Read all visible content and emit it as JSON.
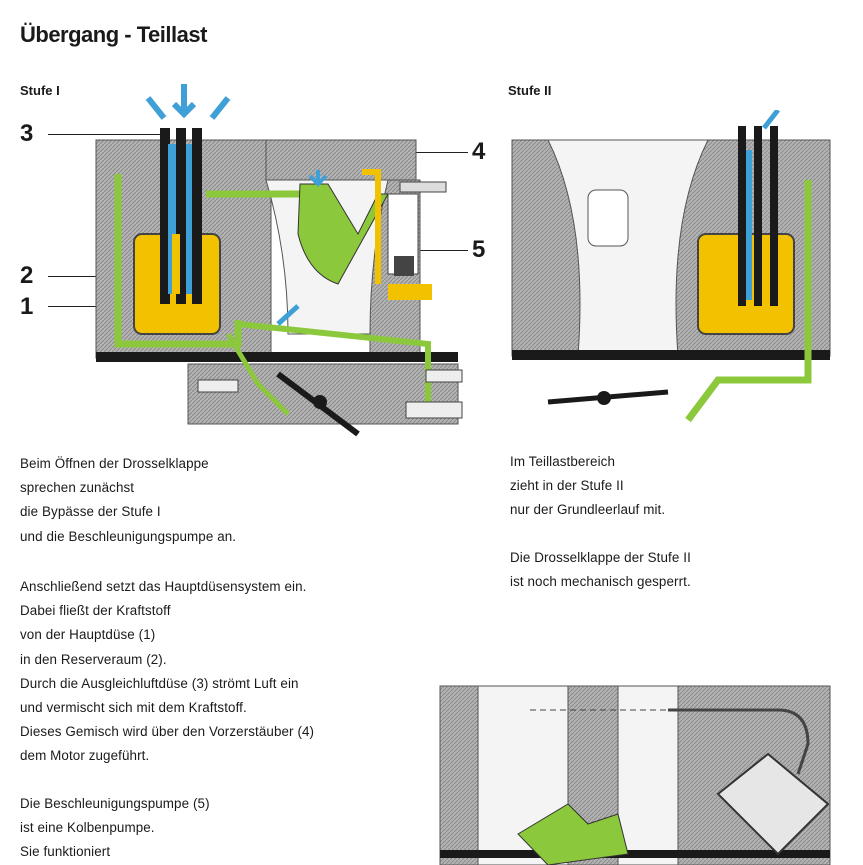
{
  "page": {
    "title": "Übergang - Teillast"
  },
  "stages": {
    "stage1_label": "Stufe I",
    "stage2_label": "Stufe II"
  },
  "callouts": [
    "3",
    "2",
    "1",
    "4",
    "5"
  ],
  "text_left": {
    "para1": [
      "Beim Öffnen der Drosselklappe",
      "sprechen zunächst",
      "die Bypässe der Stufe I",
      "und die Beschleunigungspumpe an."
    ],
    "para2": [
      "Anschließend setzt das Hauptdüsensystem ein.",
      "Dabei fließt der Kraftstoff",
      "von der Hauptdüse (1)",
      "in den Reserveraum (2).",
      "Durch die Ausgleichluftdüse (3) strömt Luft ein",
      "und vermischt sich mit dem Kraftstoff.",
      "Dieses Gemisch wird über den Vorzerstäuber (4)",
      "dem Motor zugeführt."
    ],
    "para3": [
      "Die Beschleunigungspumpe (5)",
      "ist eine Kolbenpumpe.",
      "Sie funktioniert"
    ]
  },
  "text_right": {
    "para1": [
      "Im Teillastbereich",
      "zieht in der Stufe II",
      "nur der Grundleerlauf mit."
    ],
    "para2": [
      "Die Drosselklappe der Stufe II",
      "ist noch mechanisch gesperrt."
    ]
  },
  "colors": {
    "fuel_yellow": "#f2c200",
    "air_blue": "#3fa0d8",
    "mixture_green": "#8cc83c",
    "body_gray": "#a8a8a8",
    "dark": "#1a1a1a"
  }
}
